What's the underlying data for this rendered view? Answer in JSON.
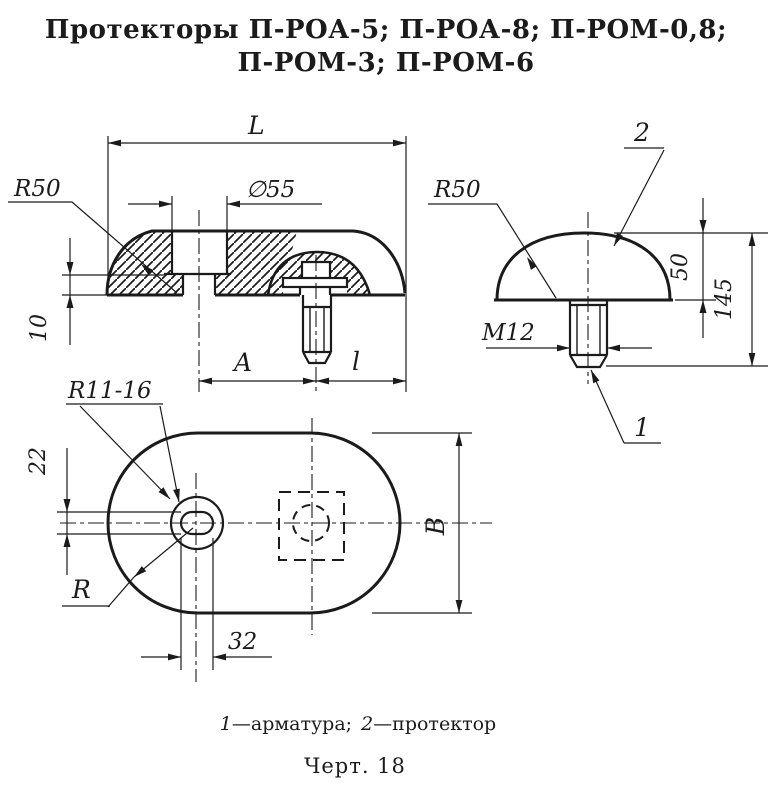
{
  "title": {
    "line1": "Протекторы П-РОА-5; П-РОА-8; П-РОМ-0,8;",
    "line2": "П-РОМ-3; П-РОМ-6"
  },
  "views": {
    "side": {
      "dims": {
        "L": "L",
        "d55": "∅55",
        "t10": "10",
        "A": "A",
        "l": "l"
      },
      "labels": {
        "r50": "R50",
        "r11": "R11-16"
      }
    },
    "front": {
      "dims": {
        "h50": "50",
        "h145": "145",
        "m12": "M12"
      },
      "labels": {
        "r50": "R50",
        "n1": "1",
        "n2": "2"
      }
    },
    "plan": {
      "dims": {
        "t22": "22",
        "t32": "32",
        "B": "B"
      },
      "labels": {
        "r": "R"
      }
    }
  },
  "caption": {
    "n1": "1",
    "t1": "—арматура;",
    "n2": "2",
    "t2": "—протектор",
    "fig": "Черт. 18"
  },
  "colors": {
    "ink": "#1b1b1b",
    "paper": "#ffffff"
  }
}
